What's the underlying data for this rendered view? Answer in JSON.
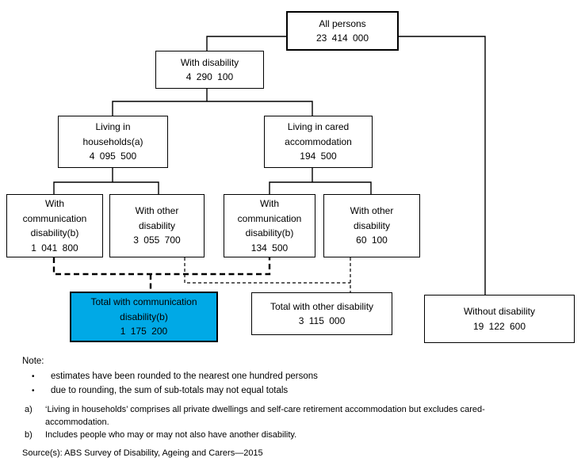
{
  "colors": {
    "highlight_fill": "#00A9E6",
    "line_color": "#000000",
    "background": "#FFFFFF"
  },
  "nodes": {
    "all_persons": {
      "lines": [
        "All persons",
        "23 414 000"
      ]
    },
    "with_disability": {
      "lines": [
        "With disability",
        "4 290 100"
      ]
    },
    "living_households": {
      "lines": [
        "Living in",
        "households(a)",
        "4 095 500"
      ]
    },
    "living_cared": {
      "lines": [
        "Living in cared",
        "accommodation",
        "194 500"
      ]
    },
    "comm_households": {
      "lines": [
        "With",
        "communication",
        "disability(b)",
        "1 041 800"
      ]
    },
    "other_households": {
      "lines": [
        "With other",
        "disability",
        "3 055 700"
      ]
    },
    "comm_cared": {
      "lines": [
        "With",
        "communication",
        "disability(b)",
        "134 500"
      ]
    },
    "other_cared": {
      "lines": [
        "With other",
        "disability",
        "60 100"
      ]
    },
    "total_comm": {
      "lines": [
        "Total with communication",
        "disability(b)",
        "1 175 200"
      ],
      "highlighted": "true"
    },
    "total_other": {
      "lines": [
        "Total with other disability",
        "3 115 000"
      ]
    },
    "without_disability": {
      "lines": [
        "Without disability",
        "19 122 600"
      ]
    }
  },
  "edges": [
    {
      "from": "all_persons",
      "to": "with_disability",
      "style": "solid"
    },
    {
      "from": "all_persons",
      "to": "without_disability",
      "style": "solid"
    },
    {
      "from": "with_disability",
      "to": "living_households",
      "style": "solid"
    },
    {
      "from": "with_disability",
      "to": "living_cared",
      "style": "solid"
    },
    {
      "from": "living_households",
      "to": "comm_households",
      "style": "solid"
    },
    {
      "from": "living_households",
      "to": "other_households",
      "style": "solid"
    },
    {
      "from": "living_cared",
      "to": "comm_cared",
      "style": "solid"
    },
    {
      "from": "living_cared",
      "to": "other_cared",
      "style": "solid"
    },
    {
      "from": "comm_households",
      "to": "total_comm",
      "style": "dashed-bold"
    },
    {
      "from": "comm_cared",
      "to": "total_comm",
      "style": "dashed-bold"
    },
    {
      "from": "other_households",
      "to": "total_other",
      "style": "dashed-thin"
    },
    {
      "from": "other_cared",
      "to": "total_other",
      "style": "dashed-thin"
    }
  ],
  "notes": {
    "heading": "Note:",
    "bullet_char": "•",
    "bullets": [
      "estimates have been rounded to the nearest one hundred persons",
      "due to rounding, the sum of sub-totals may not equal totals"
    ],
    "footnotes": [
      {
        "label": "a)",
        "text": "‘Living in households’ comprises all private dwellings and self-care retirement accommodation but excludes cared-accommodation."
      },
      {
        "label": "b)",
        "text": "Includes people who may or may not also have another disability."
      }
    ],
    "source": "Source(s): ABS Survey of Disability, Ageing and Carers—2015"
  }
}
